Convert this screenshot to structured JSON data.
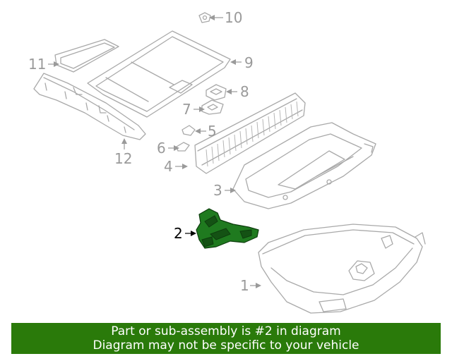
{
  "callouts": [
    {
      "id": "1",
      "label": "1"
    },
    {
      "id": "2",
      "label": "2"
    },
    {
      "id": "3",
      "label": "3"
    },
    {
      "id": "4",
      "label": "4"
    },
    {
      "id": "5",
      "label": "5"
    },
    {
      "id": "6",
      "label": "6"
    },
    {
      "id": "7",
      "label": "7"
    },
    {
      "id": "8",
      "label": "8"
    },
    {
      "id": "9",
      "label": "9"
    },
    {
      "id": "10",
      "label": "10"
    },
    {
      "id": "11",
      "label": "11"
    },
    {
      "id": "12",
      "label": "12"
    }
  ],
  "highlighted_part": "2",
  "banner": {
    "line1": "Part or sub-assembly is #2 in diagram",
    "line2": "Diagram may not be specific to your vehicle",
    "background": "#2a7a0a"
  },
  "colors": {
    "part_outline": "#a9a9a9",
    "highlight_fill": "#1f7a1f",
    "callout_text": "#9a9a9a"
  }
}
